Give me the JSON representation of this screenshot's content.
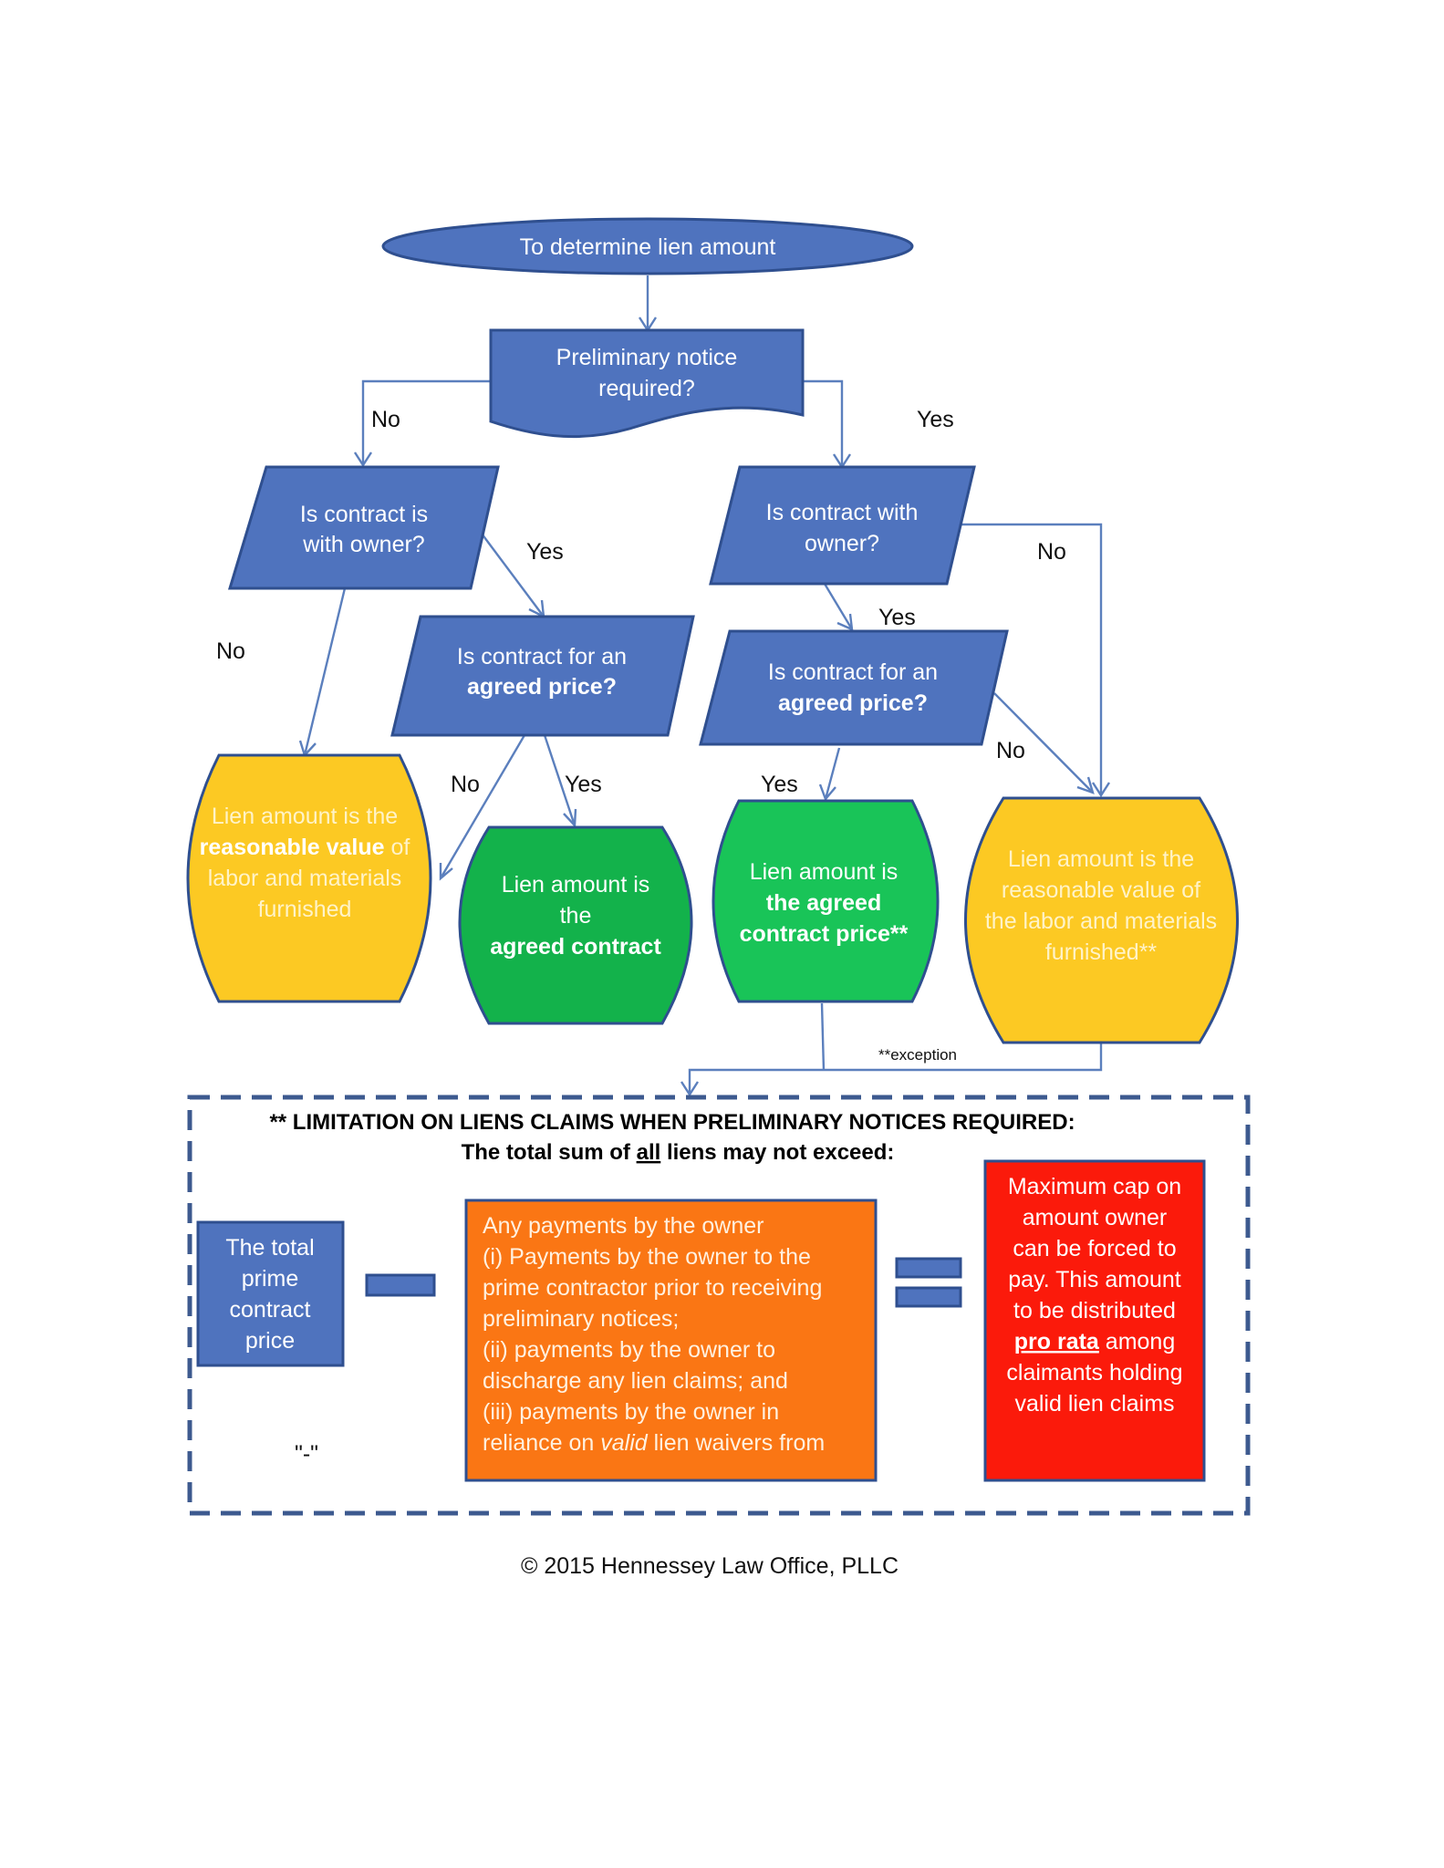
{
  "colors": {
    "process_blue": "#4f73be",
    "outline_blue": "#2f4f8f",
    "connector": "#5b7fbd",
    "result_yellow": "#fcc923",
    "result_green_dark": "#13b24b",
    "result_green_light": "#19c458",
    "box_orange": "#fa7614",
    "box_red": "#fb1a0b",
    "dash_border": "#3d5a8f"
  },
  "nodes": {
    "start": {
      "text": "To determine lien amount"
    },
    "preliminary": {
      "line1": "Preliminary notice",
      "line2": "required?"
    },
    "owner_left": {
      "line1": "Is contract is",
      "line2": "with owner?"
    },
    "owner_right": {
      "line1": "Is contract with",
      "line2": "owner?"
    },
    "agreed_left": {
      "line1": "Is contract for an",
      "line2": "agreed price?"
    },
    "agreed_right": {
      "line1": "Is contract for an",
      "line2": "agreed price?"
    },
    "result_reasonable_left": {
      "line1": "Lien amount is the",
      "line2_bold": "reasonable value",
      "line2_rest": " of",
      "line3": "labor and materials",
      "line4": "furnished"
    },
    "result_agreed_left": {
      "line1": "Lien amount is",
      "line2": "the",
      "line3": "agreed contract"
    },
    "result_agreed_right": {
      "line1": "Lien amount is",
      "line2": "the agreed",
      "line3": "contract price**"
    },
    "result_reasonable_right": {
      "line1": "Lien amount is the",
      "line2": "reasonable value of",
      "line3": "the labor and materials",
      "line4": "furnished**"
    }
  },
  "edge_labels": {
    "prelim_no": "No",
    "prelim_yes": "Yes",
    "owner_left_yes": "Yes",
    "owner_left_no": "No",
    "owner_right_no": "No",
    "owner_right_yes": "Yes",
    "agreed_left_no": "No",
    "agreed_left_yes": "Yes",
    "agreed_right_yes": "Yes",
    "agreed_right_no": "No",
    "exception": "**exception"
  },
  "limitation": {
    "heading1": "** LIMITATION ON  LIENS CLAIMS WHEN PRELIMINARY NOTICES REQUIRED:",
    "heading2_pre": "The total sum of ",
    "heading2_underlined": "all",
    "heading2_post": " liens may not exceed:",
    "prime_box": [
      "The total",
      "prime",
      "contract",
      "price"
    ],
    "minus_caption": "\"-\"",
    "payments_box": {
      "line1": "Any payments by the owner",
      "line2": "(i)  Payments by the owner to the",
      "line3": "prime contractor prior to receiving",
      "line4": "preliminary notices;",
      "line5": "(ii) payments by the owner to",
      "line6": "discharge any lien claims; and",
      "line7": "(iii) payments by the owner in",
      "line8_pre": "reliance on ",
      "line8_italic": "valid",
      "line8_post": " lien waivers from"
    },
    "cap_box": {
      "line1": "Maximum cap on",
      "line2": "amount owner",
      "line3": "can be forced to",
      "line4": "pay.  This amount",
      "line5": "to be distributed",
      "line6_bold": "pro rata",
      "line6_post": " among",
      "line7": "claimants holding",
      "line8": "valid lien claims"
    }
  },
  "footer": {
    "copyright": "© 2015 Hennessey Law Office, PLLC"
  }
}
